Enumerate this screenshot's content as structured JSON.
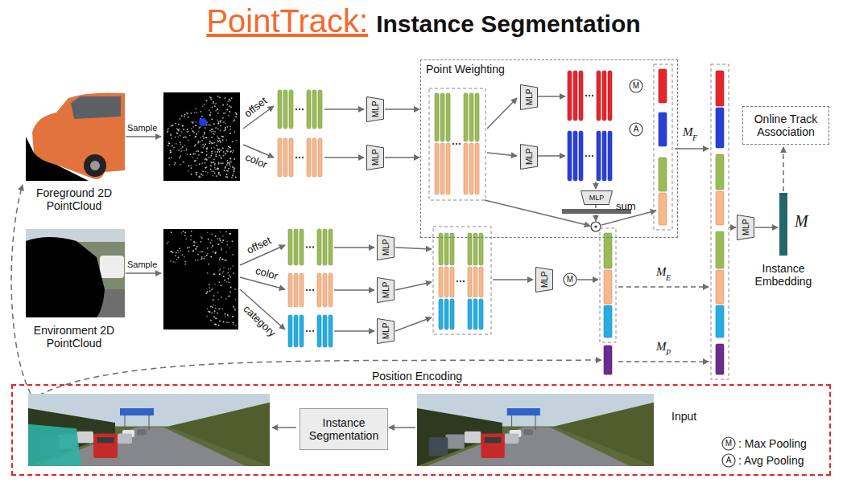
{
  "diagram": {
    "title": "PointTrack:",
    "nodes": [
      {
        "text": [
          "MLP"
        ]
      },
      {
        "text": [
          "MLP"
        ]
      },
      {
        "text": [
          "Point Weighting"
        ]
      },
      {
        "text": [
          "MLP"
        ],
        "in": 2
      },
      {
        "text": [
          "MLP"
        ],
        "in": 2
      },
      {
        "text": [
          "MLP"
        ],
        "in": 2
      },
      {
        "text": [
          "Online Track Association"
        ]
      },
      {
        "text": [
          "MLP"
        ]
      },
      {
        "text": [
          "MLP"
        ]
      },
      {
        "text": [
          "MLP"
        ]
      },
      {
        "text": [
          "MLP"
        ]
      },
      {
        "text": [
          "MLP"
        ]
      },
      {
        "text": [
          "Input"
        ]
      },
      {
        "text": [
          "Instance Segmentation"
        ],
        "in": 12
      }
    ],
    "edges": [
      {
        "from": 0,
        "to": 2,
        "arrow": "to"
      },
      {
        "from": 1,
        "to": 2,
        "arrow": "to"
      }
    ],
    "labels": [
      "Instance Segmentation",
      "Sample",
      "Foreground 2D PointCloud",
      "offset",
      "color",
      "M",
      "A",
      "M",
      "F",
      "sum",
      "Sample",
      "Environment 2D PointCloud",
      "offset",
      "color",
      "category",
      "M",
      "M",
      "E",
      "M",
      "P",
      "Position Encoding",
      "M",
      "Instance Embedding",
      "M",
      "A"
    ],
    "legend": [
      {
        "text": ": Max Pooling"
      },
      {
        "text": ": Avg Pooling"
      }
    ]
  }
}
